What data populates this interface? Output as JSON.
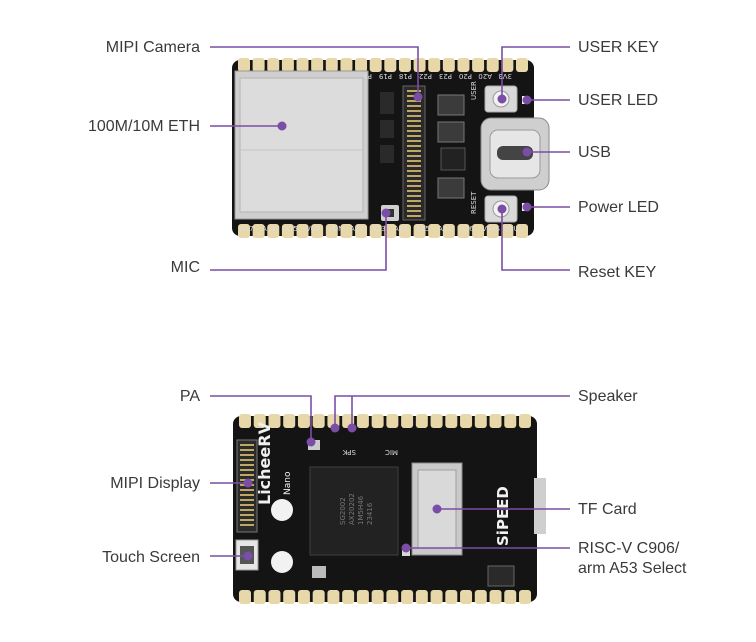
{
  "colors": {
    "leader": "#7a4ea6",
    "pcb": "#111111",
    "pad": "#e8d7a8",
    "text": "#3a3a3a"
  },
  "top_view": {
    "callouts_left": [
      "MIPI Camera",
      "100M/10M ETH",
      "MIC"
    ],
    "callouts_right": [
      "USER KEY",
      "USER LED",
      "USB",
      "Power LED",
      "Reset KEY"
    ],
    "silk_top": [
      "P1",
      "P19",
      "P18",
      "P22",
      "P23",
      "P20",
      "A20",
      "3V3"
    ],
    "silk_bottom": [
      "A17",
      "A16",
      "A15",
      "VOP",
      "VON",
      "A24",
      "A23",
      "A27",
      "A25",
      "A22",
      "A26",
      "VSYS",
      "VBUS"
    ],
    "silk_buttons": [
      "USER",
      "RESET"
    ]
  },
  "bottom_view": {
    "callouts_left": [
      "PA",
      "MIPI Display",
      "Touch Screen"
    ],
    "callouts_right": [
      "Speaker",
      "TF Card",
      "RISC-V C906/",
      "arm A53 Select"
    ],
    "board_name": "LicheeRV",
    "board_sub": "Nano",
    "brand": "SiPEED",
    "silk": [
      "SPK",
      "MIC"
    ],
    "chip_lines": [
      "SG2002",
      "AX20202",
      "1M5H46",
      "23416"
    ]
  }
}
